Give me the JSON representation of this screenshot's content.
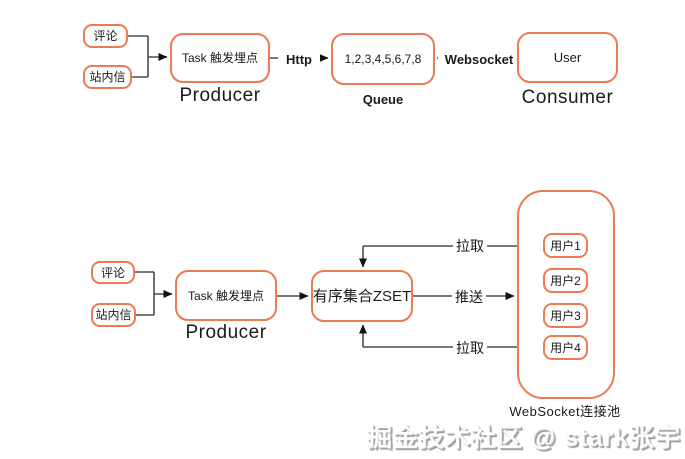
{
  "colors": {
    "accent": "#ed7a50",
    "line": "#4d4d4d",
    "arrow": "#111111"
  },
  "diagram_top": {
    "source_comment": "评论",
    "source_mail": "站内信",
    "producer_box": "Task 触发埋点",
    "producer_caption": "Producer",
    "edge_http": "Http",
    "queue_box": "1,2,3,4,5,6,7,8",
    "queue_caption": "Queue",
    "edge_websocket": "Websocket",
    "consumer_box": "User",
    "consumer_caption": "Consumer"
  },
  "diagram_bottom": {
    "source_comment": "评论",
    "source_mail": "站内信",
    "producer_box": "Task 触发埋点",
    "producer_caption": "Producer",
    "zset_box": "有序集合ZSET",
    "edge_pull_top": "拉取",
    "edge_push": "推送",
    "edge_pull_bottom": "拉取",
    "pool_caption": "WebSocket连接池",
    "users": [
      {
        "label": "用户1"
      },
      {
        "label": "用户2"
      },
      {
        "label": "用户3"
      },
      {
        "label": "用户4"
      }
    ]
  },
  "watermark": "掘金技术社区 @ stark张宇"
}
